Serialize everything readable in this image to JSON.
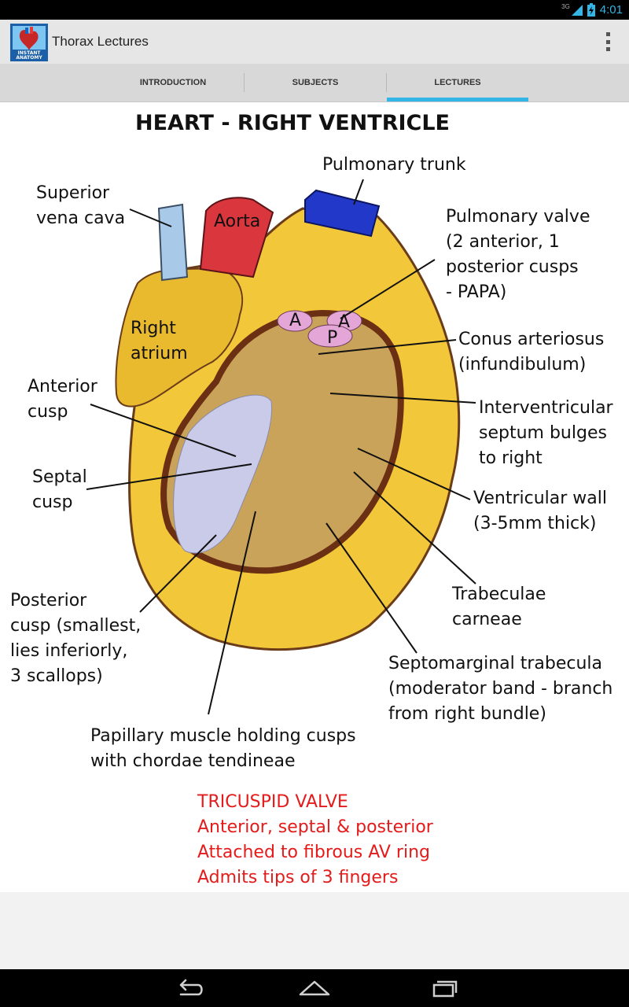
{
  "status_bar": {
    "network": "3G",
    "time": "4:01"
  },
  "app": {
    "title": "Thorax Lectures",
    "icon_text_1": "INSTANT",
    "icon_text_2": "ANATOMY"
  },
  "tabs": [
    {
      "label": "INTRODUCTION",
      "selected": false
    },
    {
      "label": "SUBJECTS",
      "selected": false
    },
    {
      "label": "LECTURES",
      "selected": true
    }
  ],
  "accent_color": "#33b5e5",
  "diagram": {
    "title": "HEART - RIGHT VENTRICLE",
    "labels": {
      "pulmonary_trunk": [
        "Pulmonary trunk"
      ],
      "superior_vena_cava": [
        "Superior",
        "vena cava"
      ],
      "aorta": [
        "Aorta"
      ],
      "pulmonary_valve": [
        "Pulmonary valve",
        "(2 anterior, 1",
        "posterior cusps",
        "- PAPA)"
      ],
      "right_atrium": [
        "Right",
        "atrium"
      ],
      "conus": [
        "Conus arteriosus",
        "(infundibulum)"
      ],
      "anterior_cusp": [
        "Anterior",
        "cusp"
      ],
      "ivs": [
        "Interventricular",
        "septum bulges",
        "to right"
      ],
      "septal_cusp": [
        "Septal",
        "cusp"
      ],
      "ventricular_wall": [
        "Ventricular wall",
        "(3-5mm thick)"
      ],
      "trabeculae": [
        "Trabeculae",
        "carneae"
      ],
      "posterior_cusp": [
        "Posterior",
        "cusp (smallest,",
        "lies inferiorly,",
        "3 scallops)"
      ],
      "septomarginal": [
        "Septomarginal trabecula",
        "(moderator band - branch",
        "from right bundle)"
      ],
      "papillary": [
        "Papillary muscle holding cusps",
        "with chordae tendineae"
      ],
      "valve_letters": [
        "A",
        "A",
        "P"
      ]
    },
    "tricuspid_notes": [
      "TRICUSPID VALVE",
      "Anterior, septal & posterior",
      "Attached to fibrous AV ring",
      "Admits tips of 3 fingers"
    ]
  },
  "nav": {
    "back": "back-icon",
    "home": "home-icon",
    "recents": "recents-icon"
  }
}
